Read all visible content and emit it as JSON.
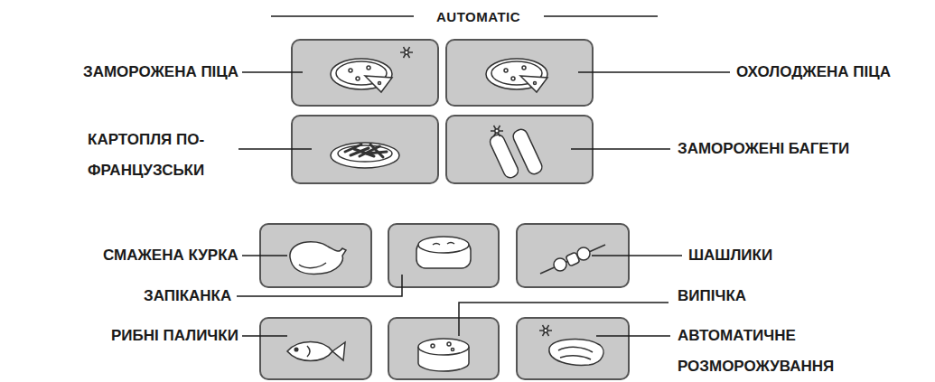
{
  "diagram": {
    "title": "AUTOMATIC",
    "labels": [
      "ЗАМОРОЖЕНА ПІЦА",
      "ОХОЛОДЖЕНА ПІЦА",
      "КАРТОПЛЯ ПО- ФРАНЦУЗСЬКИ",
      "ЗАМОРОЖЕНІ БАГЕТИ",
      "СМАЖЕНА КУРКА",
      "ЗАПІКАНКА",
      "ШАШЛИКИ",
      "ВИПІЧКА",
      "РИБНІ ПАЛИЧКИ",
      "АВТОМАТИЧНЕ РОЗМОРОЖУВАННЯ"
    ]
  }
}
